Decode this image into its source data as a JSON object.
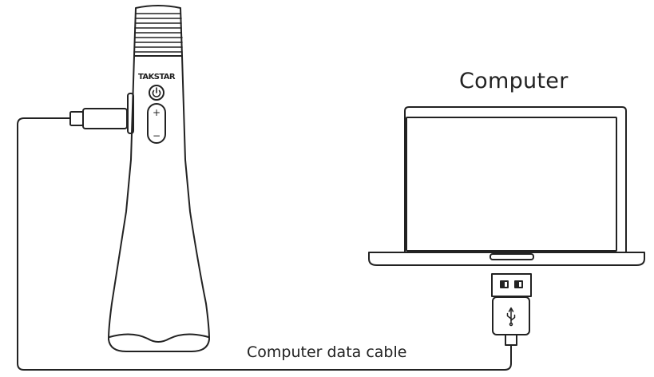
{
  "diagram": {
    "computer_label": "Computer",
    "cable_label": "Computer data cable",
    "microphone_brand": "TAKSTAR",
    "volume_up_symbol": "+",
    "volume_down_symbol": "−"
  },
  "colors": {
    "line": "#222222",
    "background": "#ffffff"
  },
  "icons": {
    "power": "power-icon",
    "usb": "usb-symbol-icon"
  }
}
